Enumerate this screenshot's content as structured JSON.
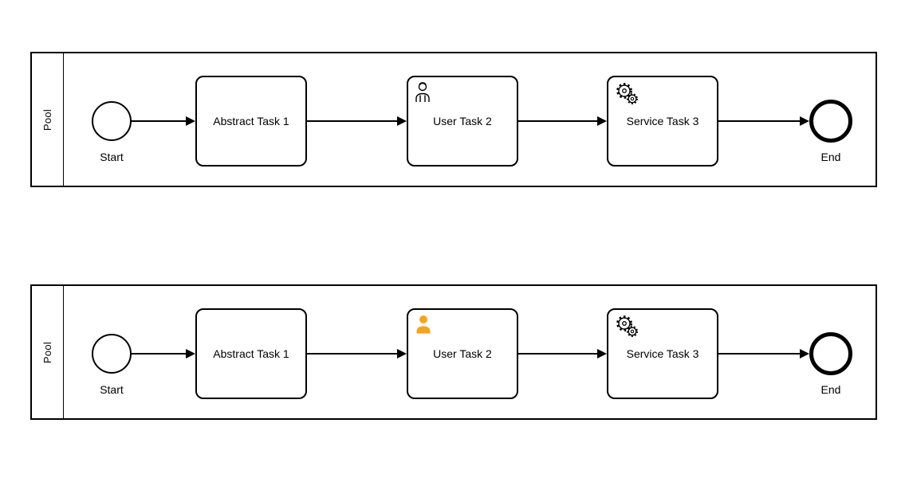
{
  "colors": {
    "stroke": "#000000",
    "user_icon_orange": "#f5a31f"
  },
  "pools": [
    {
      "label": "Pool",
      "start_event": {
        "label": "Start"
      },
      "tasks": [
        {
          "label": "Abstract Task 1",
          "icon": "none"
        },
        {
          "label": "User Task 2",
          "icon": "user-outline-icon"
        },
        {
          "label": "Service Task 3",
          "icon": "service-gears-icon"
        }
      ],
      "end_event": {
        "label": "End"
      }
    },
    {
      "label": "Pool",
      "start_event": {
        "label": "Start"
      },
      "tasks": [
        {
          "label": "Abstract Task 1",
          "icon": "none"
        },
        {
          "label": "User Task 2",
          "icon": "user-filled-icon"
        },
        {
          "label": "Service Task 3",
          "icon": "service-gears-icon"
        }
      ],
      "end_event": {
        "label": "End"
      }
    }
  ]
}
